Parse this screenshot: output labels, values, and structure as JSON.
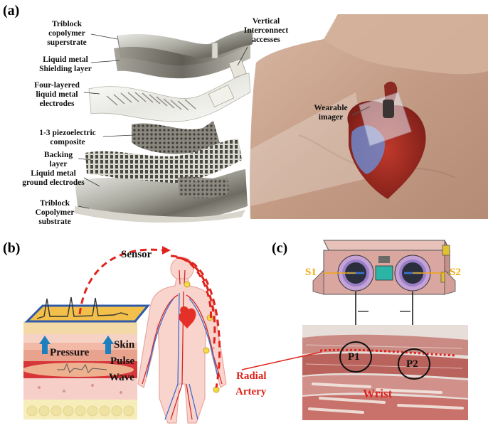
{
  "panel_a": {
    "label": "(a)",
    "layers": [
      "Triblock copolymer superstrate",
      "Liquid metal Shielding layer",
      "Four-layered liquid metal electrodes",
      "1-3 piezoelectric composite",
      "Backing layer",
      "Liquid metal ground electrodes",
      "Triblock Copolymer substrate"
    ],
    "vertical_label": "Vertical Interconnect accesses",
    "wearable_label": "Wearable imager"
  },
  "panel_b": {
    "label": "(b)",
    "sensor": "Sensor",
    "pressure": "Pressure",
    "skin": "Skin",
    "pulse": "Pulse",
    "wave": "Wave",
    "radial": "Radial",
    "artery": "Artery"
  },
  "panel_c": {
    "label": "(c)",
    "s1": "S1",
    "s2": "S2",
    "p1": "P1",
    "p2": "P2",
    "wrist": "Wrist"
  },
  "colors": {
    "red": "#e0231c",
    "gold": "#f2a80c",
    "sensor_pink": "#d9a7a0",
    "skin": "#c9a48f"
  }
}
